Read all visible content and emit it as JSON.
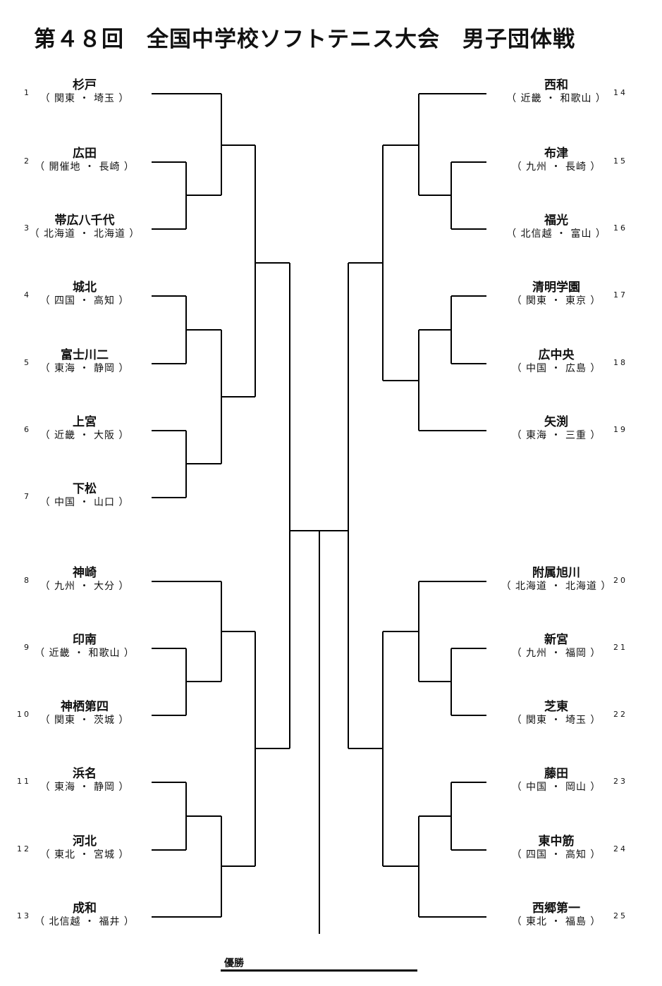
{
  "title": "第４８回　全国中学校ソフトテニス大会　男子団体戦",
  "champion_label": "優勝",
  "left_teams": [
    {
      "seed": "1",
      "name": "杉戸",
      "block": "関東",
      "pref": "埼玉"
    },
    {
      "seed": "2",
      "name": "広田",
      "block": "開催地",
      "pref": "長崎"
    },
    {
      "seed": "3",
      "name": "帯広八千代",
      "block": "北海道",
      "pref": "北海道"
    },
    {
      "seed": "4",
      "name": "城北",
      "block": "四国",
      "pref": "高知"
    },
    {
      "seed": "5",
      "name": "富士川二",
      "block": "東海",
      "pref": "静岡"
    },
    {
      "seed": "6",
      "name": "上宮",
      "block": "近畿",
      "pref": "大阪"
    },
    {
      "seed": "7",
      "name": "下松",
      "block": "中国",
      "pref": "山口"
    },
    {
      "seed": "8",
      "name": "神崎",
      "block": "九州",
      "pref": "大分"
    },
    {
      "seed": "9",
      "name": "印南",
      "block": "近畿",
      "pref": "和歌山"
    },
    {
      "seed": "10",
      "name": "神栖第四",
      "block": "関東",
      "pref": "茨城"
    },
    {
      "seed": "11",
      "name": "浜名",
      "block": "東海",
      "pref": "静岡"
    },
    {
      "seed": "12",
      "name": "河北",
      "block": "東北",
      "pref": "宮城"
    },
    {
      "seed": "13",
      "name": "成和",
      "block": "北信越",
      "pref": "福井"
    }
  ],
  "right_teams": [
    {
      "seed": "14",
      "name": "西和",
      "block": "近畿",
      "pref": "和歌山"
    },
    {
      "seed": "15",
      "name": "布津",
      "block": "九州",
      "pref": "長崎"
    },
    {
      "seed": "16",
      "name": "福光",
      "block": "北信越",
      "pref": "富山"
    },
    {
      "seed": "17",
      "name": "清明学園",
      "block": "関東",
      "pref": "東京"
    },
    {
      "seed": "18",
      "name": "広中央",
      "block": "中国",
      "pref": "広島"
    },
    {
      "seed": "19",
      "name": "矢渕",
      "block": "東海",
      "pref": "三重"
    },
    {
      "seed": "20",
      "name": "附属旭川",
      "block": "北海道",
      "pref": "北海道"
    },
    {
      "seed": "21",
      "name": "新宮",
      "block": "九州",
      "pref": "福岡"
    },
    {
      "seed": "22",
      "name": "芝東",
      "block": "関東",
      "pref": "埼玉"
    },
    {
      "seed": "23",
      "name": "藤田",
      "block": "中国",
      "pref": "岡山"
    },
    {
      "seed": "24",
      "name": "東中筋",
      "block": "四国",
      "pref": "高知"
    },
    {
      "seed": "25",
      "name": "西郷第一",
      "block": "東北",
      "pref": "福島"
    }
  ]
}
